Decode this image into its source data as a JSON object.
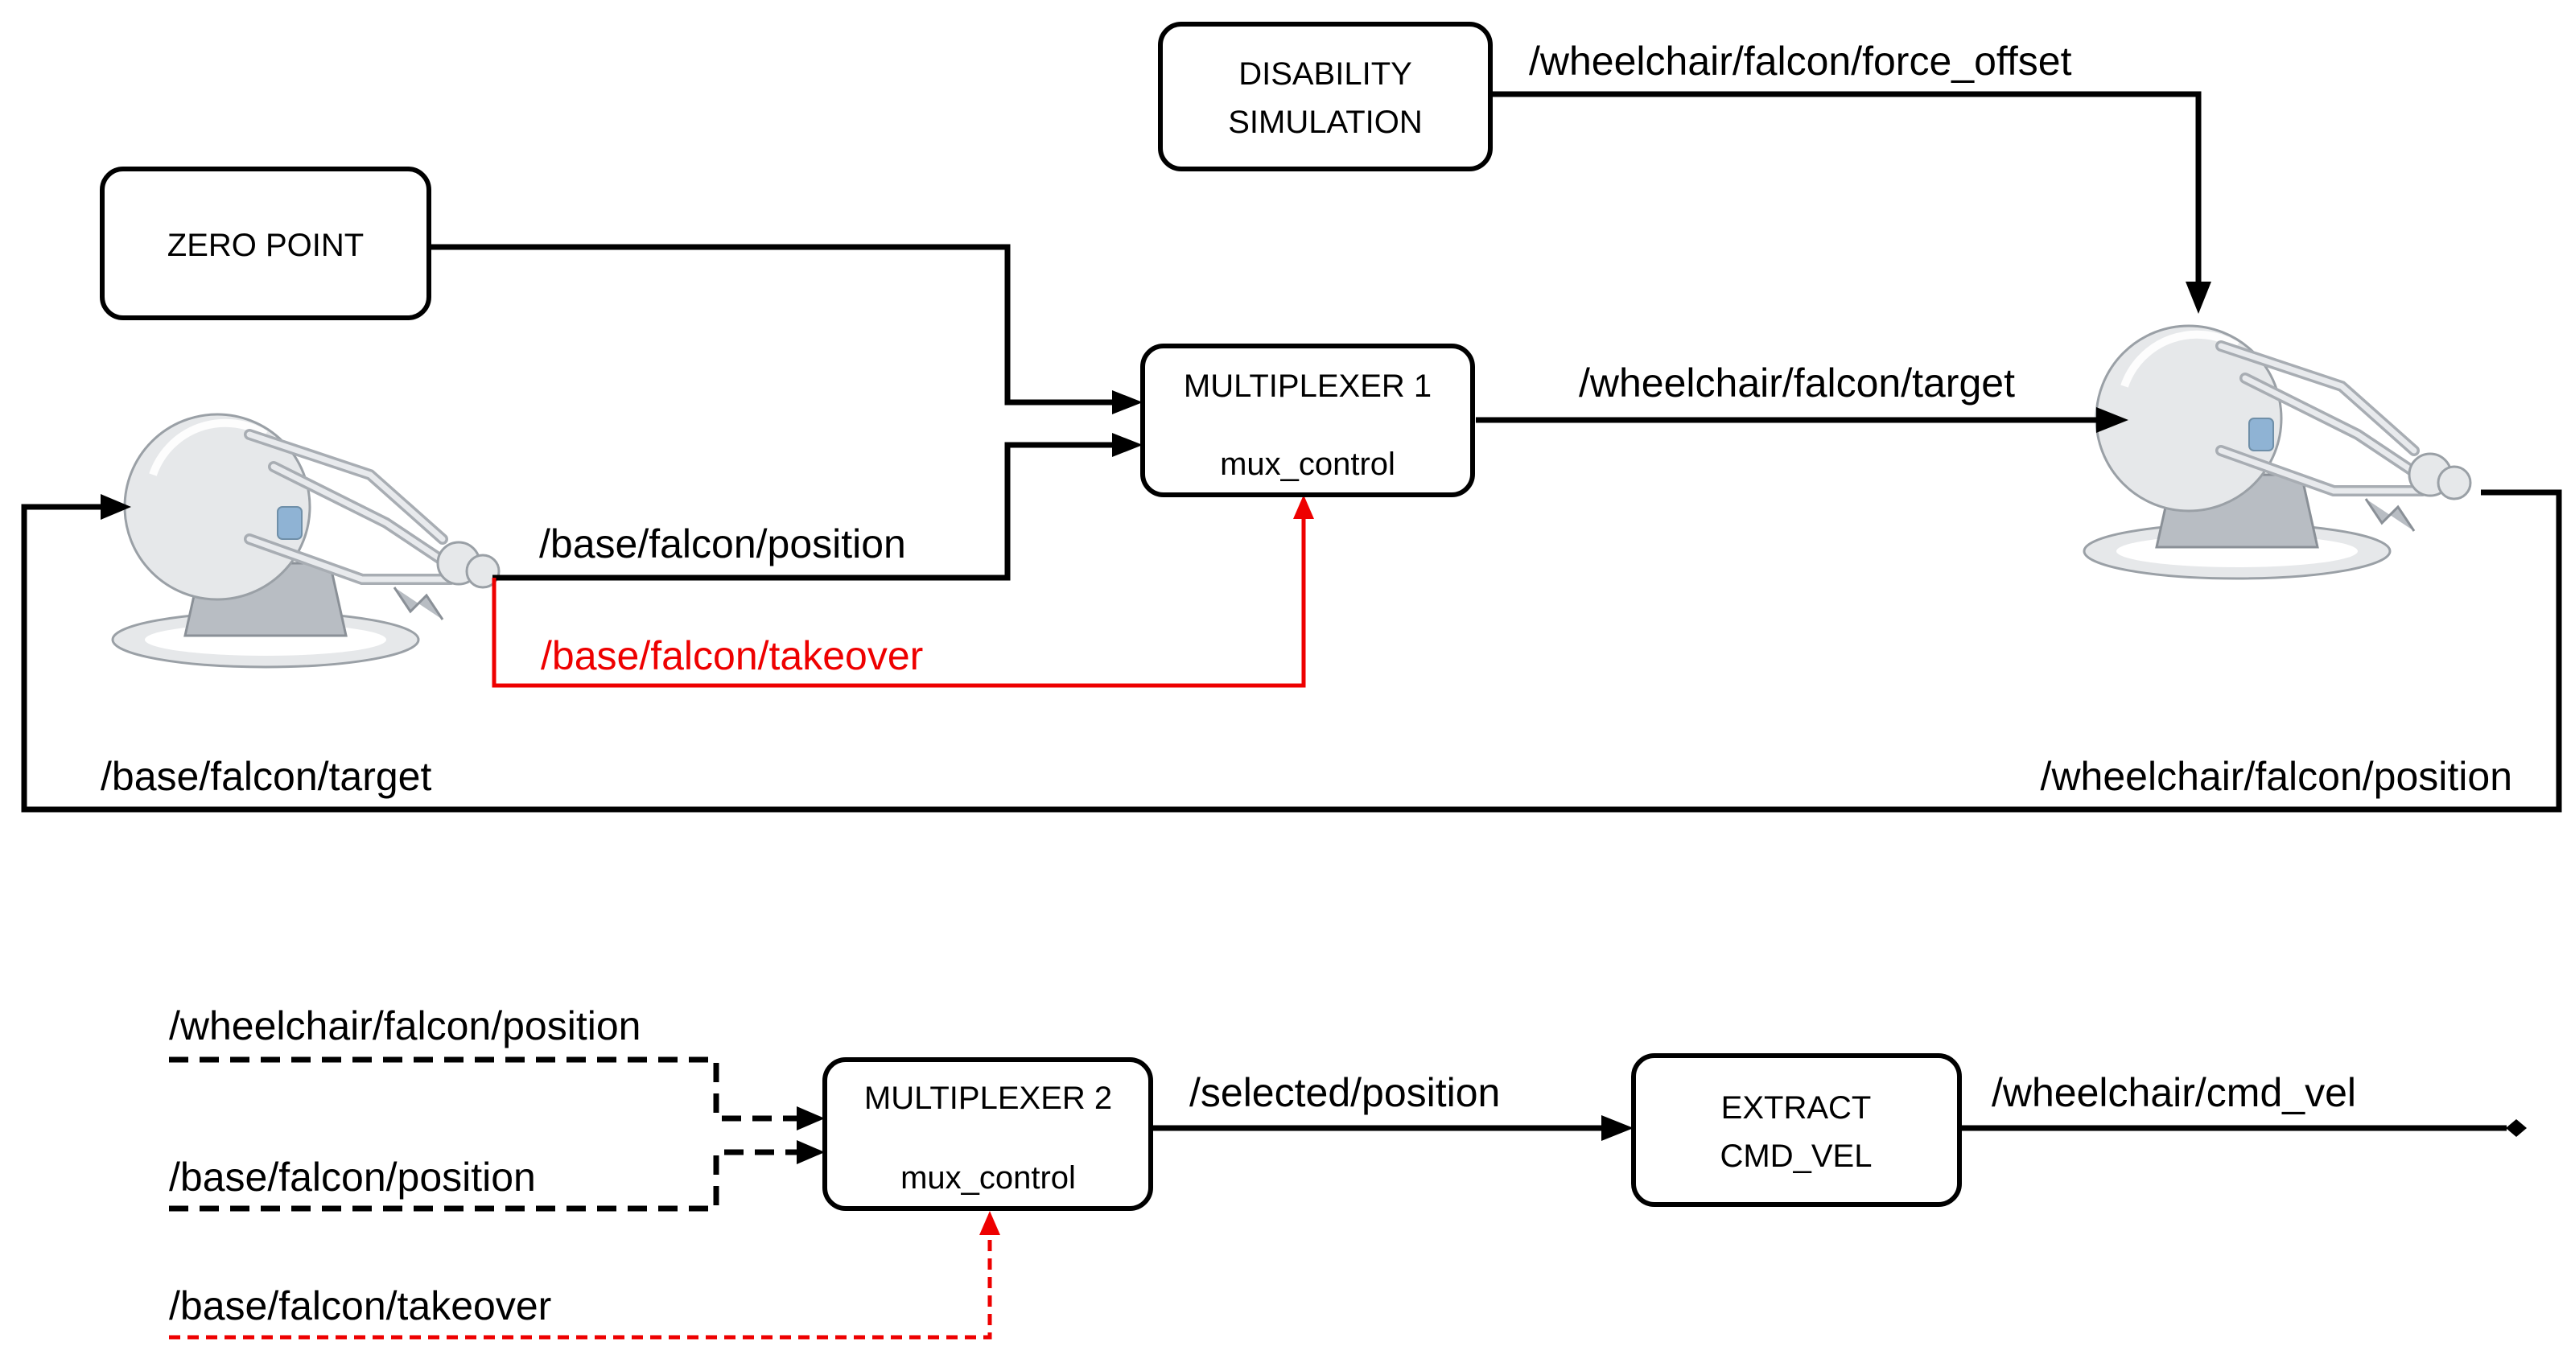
{
  "boxes": {
    "zero_point": "ZERO POINT",
    "disability_1": "DISABILITY",
    "disability_2": "SIMULATION",
    "mux1_title": "MULTIPLEXER 1",
    "mux1_sub": "mux_control",
    "mux2_title": "MULTIPLEXER 2",
    "mux2_sub": "mux_control",
    "extract_1": "EXTRACT",
    "extract_2": "CMD_VEL"
  },
  "topics": {
    "force_offset": "/wheelchair/falcon/force_offset",
    "wc_target": "/wheelchair/falcon/target",
    "base_position_top": "/base/falcon/position",
    "base_takeover_top": "/base/falcon/takeover",
    "base_target": "/base/falcon/target",
    "wc_position_top": "/wheelchair/falcon/position",
    "wc_position_bottom": "/wheelchair/falcon/position",
    "base_position_bottom": "/base/falcon/position",
    "base_takeover_bottom": "/base/falcon/takeover",
    "selected_position": "/selected/position",
    "cmd_vel": "/wheelchair/cmd_vel"
  },
  "colors": {
    "line": "#000000",
    "takeover": "#ee0000",
    "device": "#e6e8ea"
  },
  "icons": [
    "falcon-haptic-device-left",
    "falcon-haptic-device-right"
  ]
}
